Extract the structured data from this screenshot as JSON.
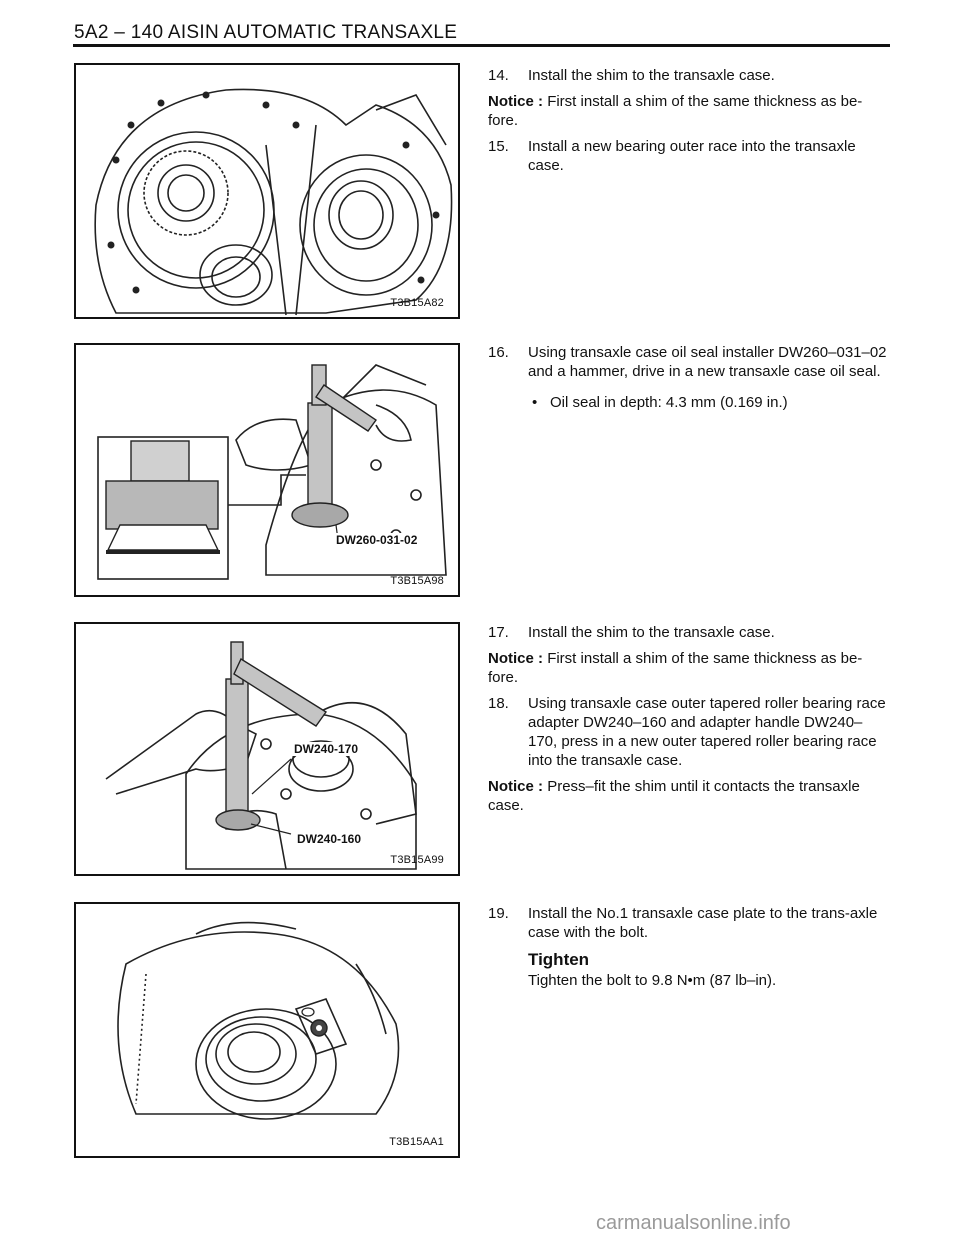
{
  "header": {
    "title": "5A2 – 140 AISIN AUTOMATIC TRANSAXLE"
  },
  "figures": [
    {
      "code": "T3B15A82",
      "callouts": []
    },
    {
      "code": "T3B15A98",
      "callouts": [
        "DW260-031-02"
      ]
    },
    {
      "code": "T3B15A99",
      "callouts": [
        "DW240-170",
        "DW240-160"
      ]
    },
    {
      "code": "T3B15AA1",
      "callouts": []
    }
  ],
  "sections": [
    {
      "steps": [
        {
          "num": "14.",
          "text": "Install the shim to the transaxle case."
        }
      ],
      "notice1": {
        "label": "Notice :",
        "text": "First install a shim of the same thickness as be-fore."
      },
      "steps2": [
        {
          "num": "15.",
          "text": "Install a new bearing outer race into the transaxle case."
        }
      ]
    },
    {
      "steps": [
        {
          "num": "16.",
          "text": "Using transaxle case oil seal installer DW260–031–02 and a hammer, drive in a new transaxle case oil seal."
        }
      ],
      "bullet": {
        "symbol": "•",
        "text": "Oil seal in depth: 4.3 mm (0.169 in.)"
      }
    },
    {
      "steps": [
        {
          "num": "17.",
          "text": "Install the shim to the transaxle case."
        }
      ],
      "notice1": {
        "label": "Notice :",
        "text": "First install a shim of the same thickness as be-fore."
      },
      "steps2": [
        {
          "num": "18.",
          "text": "Using transaxle case outer tapered roller bearing race adapter DW240–160 and adapter handle DW240–170, press in a new outer tapered roller bearing race into the transaxle case."
        }
      ],
      "notice2": {
        "label": "Notice :",
        "text": "Press–fit the shim until it contacts the transaxle case."
      }
    },
    {
      "steps": [
        {
          "num": "19.",
          "text": "Install the No.1 transaxle case plate to the trans-axle case with the bolt."
        }
      ],
      "tighten": {
        "heading": "Tighten",
        "text": "Tighten the bolt to 9.8 N•m (87 lb–in)."
      }
    }
  ],
  "footer": {
    "text": "carmanualsonline.info"
  }
}
